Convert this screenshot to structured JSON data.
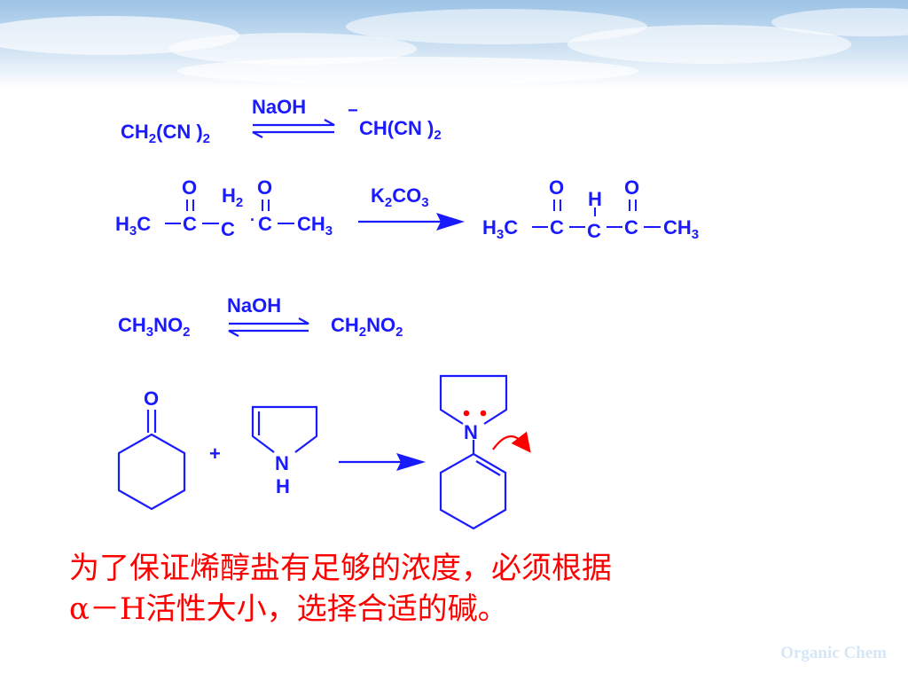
{
  "colors": {
    "chem": "#1a1aff",
    "note": "#ff0000",
    "arrow_curved": "#ff0000",
    "lone_pair": "#ff0000",
    "watermark": "#d6e6f5"
  },
  "reaction1": {
    "reactant": [
      "CH",
      "2",
      "(CN )",
      "2"
    ],
    "reagent": "NaOH",
    "charge": "−",
    "product": [
      "CH(CN )",
      "2"
    ]
  },
  "reaction2": {
    "reactant": {
      "o_left": "O",
      "o_right": "O",
      "h3c": [
        "H",
        "3",
        "C"
      ],
      "c1": "C",
      "ch2_h": [
        "H",
        "2"
      ],
      "c_mid": "C",
      "dot": "·",
      "c2": "C",
      "ch3": [
        "CH",
        "3"
      ]
    },
    "reagent": [
      "K",
      "2",
      "CO",
      "3"
    ],
    "product": {
      "o_left": "O",
      "o_right": "O",
      "h3c": [
        "H",
        "3",
        "C"
      ],
      "c1": "C",
      "h": "H",
      "c_mid": "C",
      "c2": "C",
      "ch3": [
        "CH",
        "3"
      ]
    }
  },
  "reaction3": {
    "reactant": [
      "CH",
      "3",
      "NO",
      "2"
    ],
    "reagent": "NaOH",
    "product": [
      "CH",
      "2",
      "NO",
      "2"
    ]
  },
  "reaction4": {
    "ketone_o": "O",
    "plus": "+",
    "amine_n": "N",
    "amine_h": "H",
    "enamine_n": "N"
  },
  "note": {
    "line1": "为了保证烯醇盐有足够的浓度，必须根据",
    "line2": "α－H活性大小，选择合适的碱。"
  },
  "watermark": "Organic Chem"
}
